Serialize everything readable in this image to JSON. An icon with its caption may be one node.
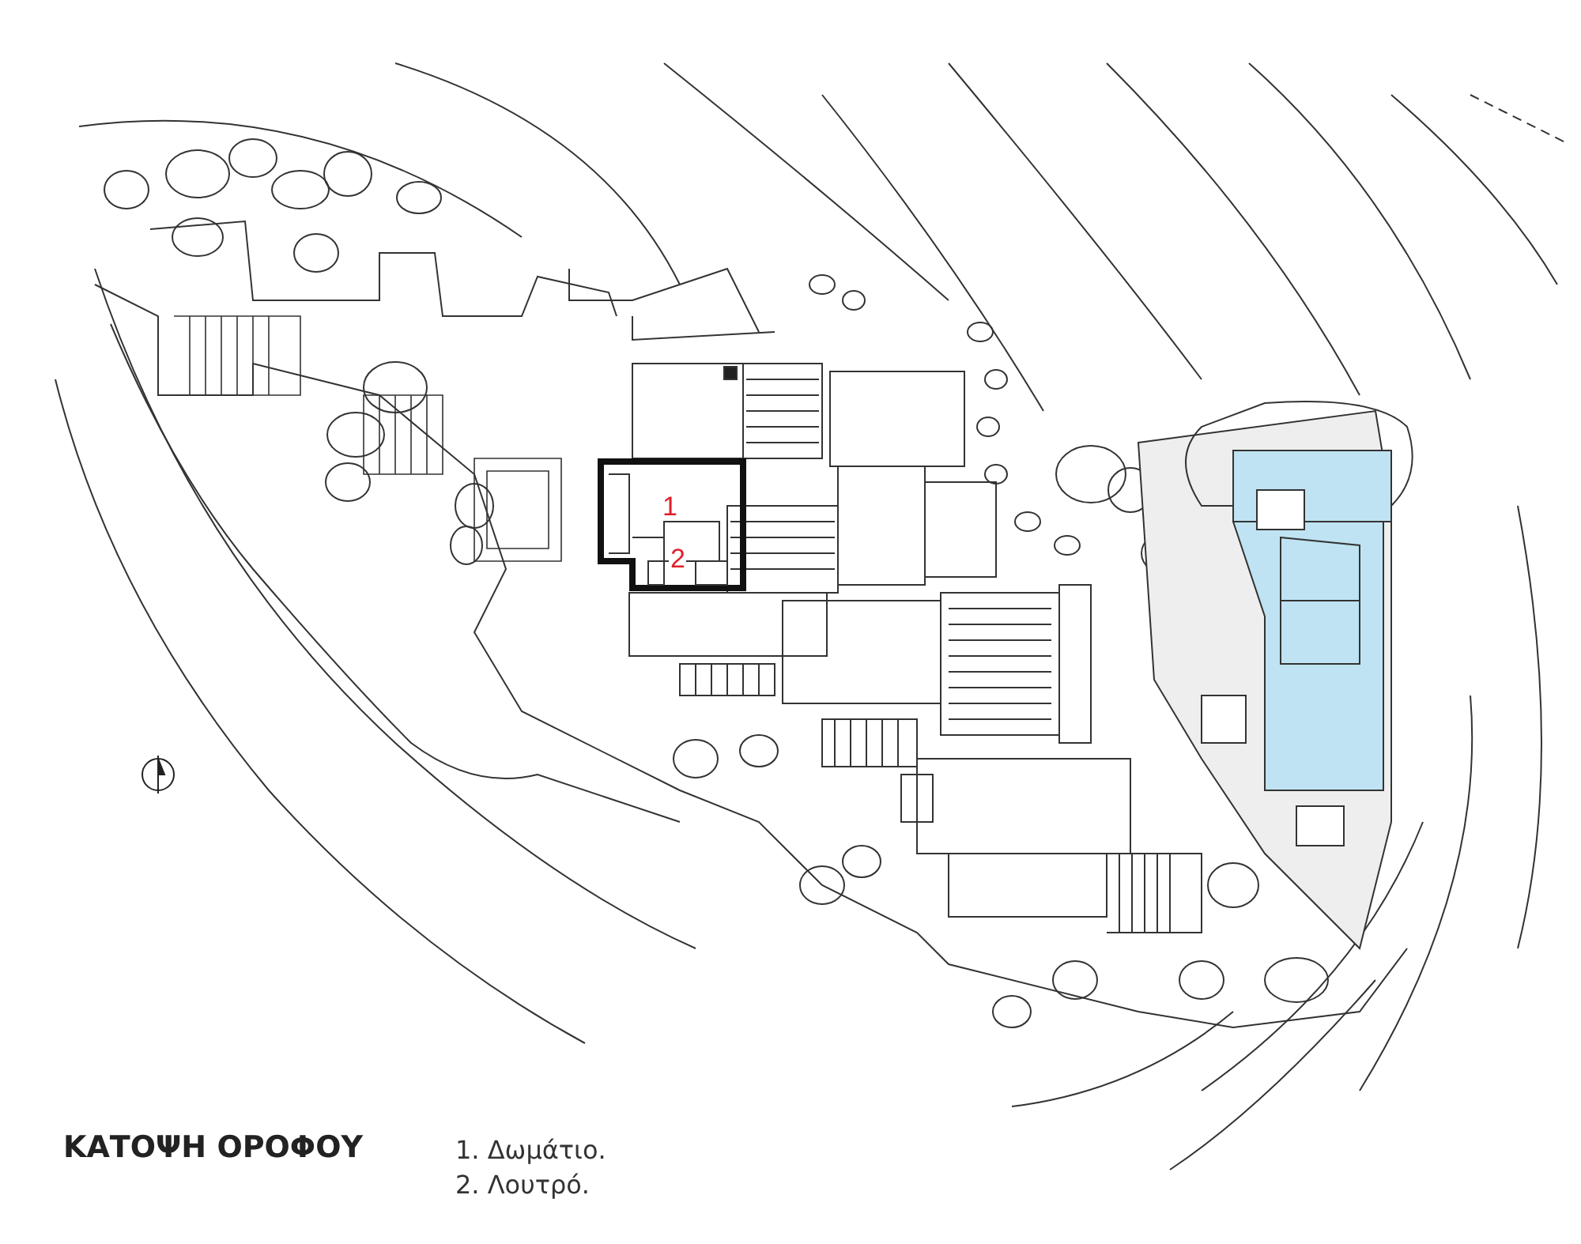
{
  "diagram": {
    "title": "ΚΑΤΟΨΗ ΟΡΟΦΟΥ",
    "labels": [
      "1",
      "2",
      "1. Δωμάτιο.",
      "2. Λουτρό."
    ]
  }
}
